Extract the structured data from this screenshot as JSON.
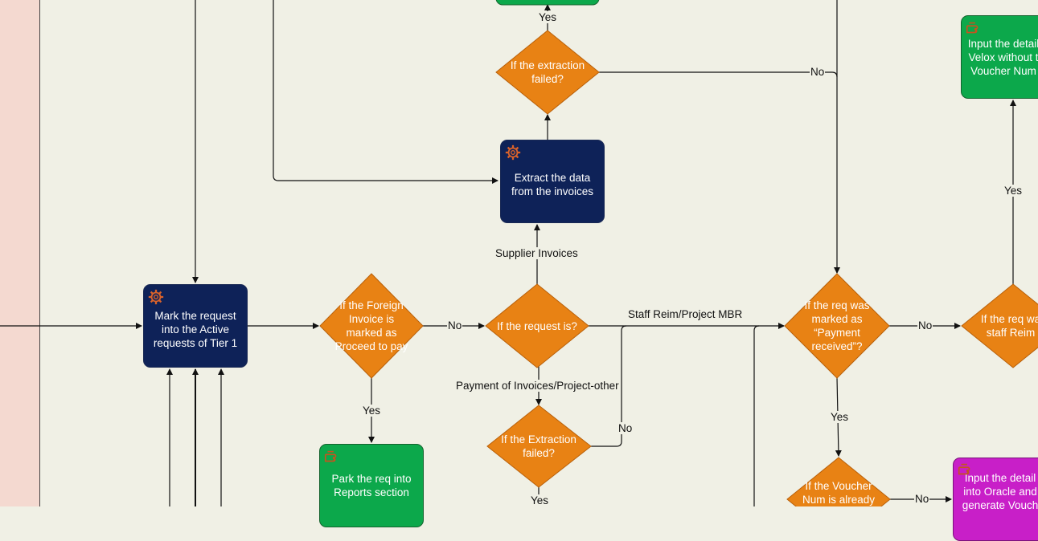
{
  "colors": {
    "background": "#f0f0e5",
    "lane": "#f4d9d0",
    "process_navy": "#0e2258",
    "manual_green": "#0ca84b",
    "manual_magenta": "#c81fc8",
    "decision_orange": "#e88214",
    "connector": "#111111"
  },
  "icons": {
    "automated": "gear-icon",
    "manual": "hand-icon"
  },
  "nodes": {
    "mark_request": "Mark the request into the Active requests of Tier 1",
    "extract_data": "Extract the data from the invoices",
    "park_request": "Park the req into Reports section",
    "input_velox": "Input the detail Velox without t Voucher Num",
    "input_oracle": "Input the detail into Oracle and generate Vouch"
  },
  "decisions": {
    "foreign_invoice": "If the Foreign Invoice is marked as Proceed to pay",
    "request_is": "If the request is?",
    "extraction_failed_top": "If the extraction failed?",
    "extraction_failed_bottom": "If the Extraction failed?",
    "payment_received": "If the req was marked as “Payment received”?",
    "staff_reim": "If the req wa staff Reim",
    "voucher_num": "If the Voucher Num is already"
  },
  "edge_labels": {
    "yes_top": "Yes",
    "no_top": "No",
    "supplier_invoices": "Supplier Invoices",
    "staff_reim_project": "Staff Reim/Project MBR",
    "no_foreign": "No",
    "no_payment": "No",
    "yes_right": "Yes",
    "payment_invoices": "Payment of Invoices/Project-other",
    "no_extraction": "No",
    "yes_park": "Yes",
    "yes_voucher": "Yes",
    "yes_bottom": "Yes",
    "no_voucher": "No"
  }
}
